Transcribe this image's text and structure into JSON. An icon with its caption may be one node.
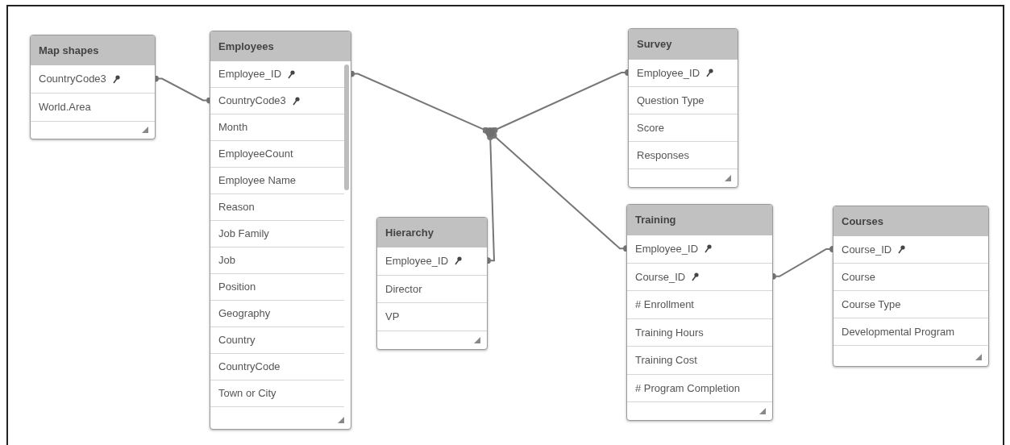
{
  "diagram": {
    "nodes": [
      {
        "text": [
          "Map shapes"
        ]
      },
      {
        "text": [
          "CountryCode3"
        ],
        "in": 0
      },
      {
        "text": [
          "World.Area"
        ],
        "in": 0
      },
      {
        "text": [
          "Employees"
        ]
      },
      {
        "text": [
          "Employee_ID"
        ],
        "in": 3
      },
      {
        "text": [
          "CountryCode3"
        ],
        "in": 3
      },
      {
        "text": [
          "Month"
        ],
        "in": 3
      },
      {
        "text": [
          "EmployeeCount"
        ],
        "in": 3
      },
      {
        "text": [
          "Employee Name"
        ],
        "in": 3
      },
      {
        "text": [
          "Reason"
        ],
        "in": 3
      },
      {
        "text": [
          "Job Family"
        ],
        "in": 3
      },
      {
        "text": [
          "Job"
        ],
        "in": 3
      },
      {
        "text": [
          "Position"
        ],
        "in": 3
      },
      {
        "text": [
          "Geography"
        ],
        "in": 3
      },
      {
        "text": [
          "Country"
        ],
        "in": 3
      },
      {
        "text": [
          "CountryCode"
        ],
        "in": 3
      },
      {
        "text": [
          "Town or City"
        ],
        "in": 3
      },
      {
        "text": [],
        "shape": "circle"
      },
      {
        "text": [
          "Survey"
        ]
      },
      {
        "text": [
          "Employee_ID"
        ],
        "in": 18
      },
      {
        "text": [
          "Question Type"
        ],
        "in": 18
      },
      {
        "text": [
          "Score"
        ],
        "in": 18
      },
      {
        "text": [
          "Responses"
        ],
        "in": 18
      },
      {
        "text": [
          "Hierarchy"
        ]
      },
      {
        "text": [
          "Employee_ID"
        ],
        "in": 23
      },
      {
        "text": [
          "Director"
        ],
        "in": 23
      },
      {
        "text": [
          "VP"
        ],
        "in": 23
      },
      {
        "text": [
          "Training"
        ]
      },
      {
        "text": [
          "Employee_ID"
        ],
        "in": 27
      },
      {
        "text": [
          "Course_ID"
        ],
        "in": 27
      },
      {
        "text": [
          "# Enrollment"
        ],
        "in": 27
      },
      {
        "text": [
          "Training Hours"
        ],
        "in": 27
      },
      {
        "text": [
          "Training Cost"
        ],
        "in": 27
      },
      {
        "text": [
          "# Program Completion"
        ],
        "in": 27
      },
      {
        "text": [
          "Courses"
        ]
      },
      {
        "text": [
          "Course_ID"
        ],
        "in": 34
      },
      {
        "text": [
          "Course"
        ],
        "in": 34
      },
      {
        "text": [
          "Course Type"
        ],
        "in": 34
      },
      {
        "text": [
          "Developmental Program"
        ],
        "in": 34
      }
    ],
    "edges": [
      {
        "from": 1,
        "to": 5,
        "arrow": "other"
      },
      {
        "from": 4,
        "to": 17,
        "arrow": "other"
      },
      {
        "from": 17,
        "to": 19,
        "arrow": "other"
      },
      {
        "from": 17,
        "to": 24,
        "arrow": "other"
      },
      {
        "from": 17,
        "to": 28,
        "arrow": "other"
      },
      {
        "from": 29,
        "to": 35,
        "arrow": "other"
      }
    ]
  }
}
